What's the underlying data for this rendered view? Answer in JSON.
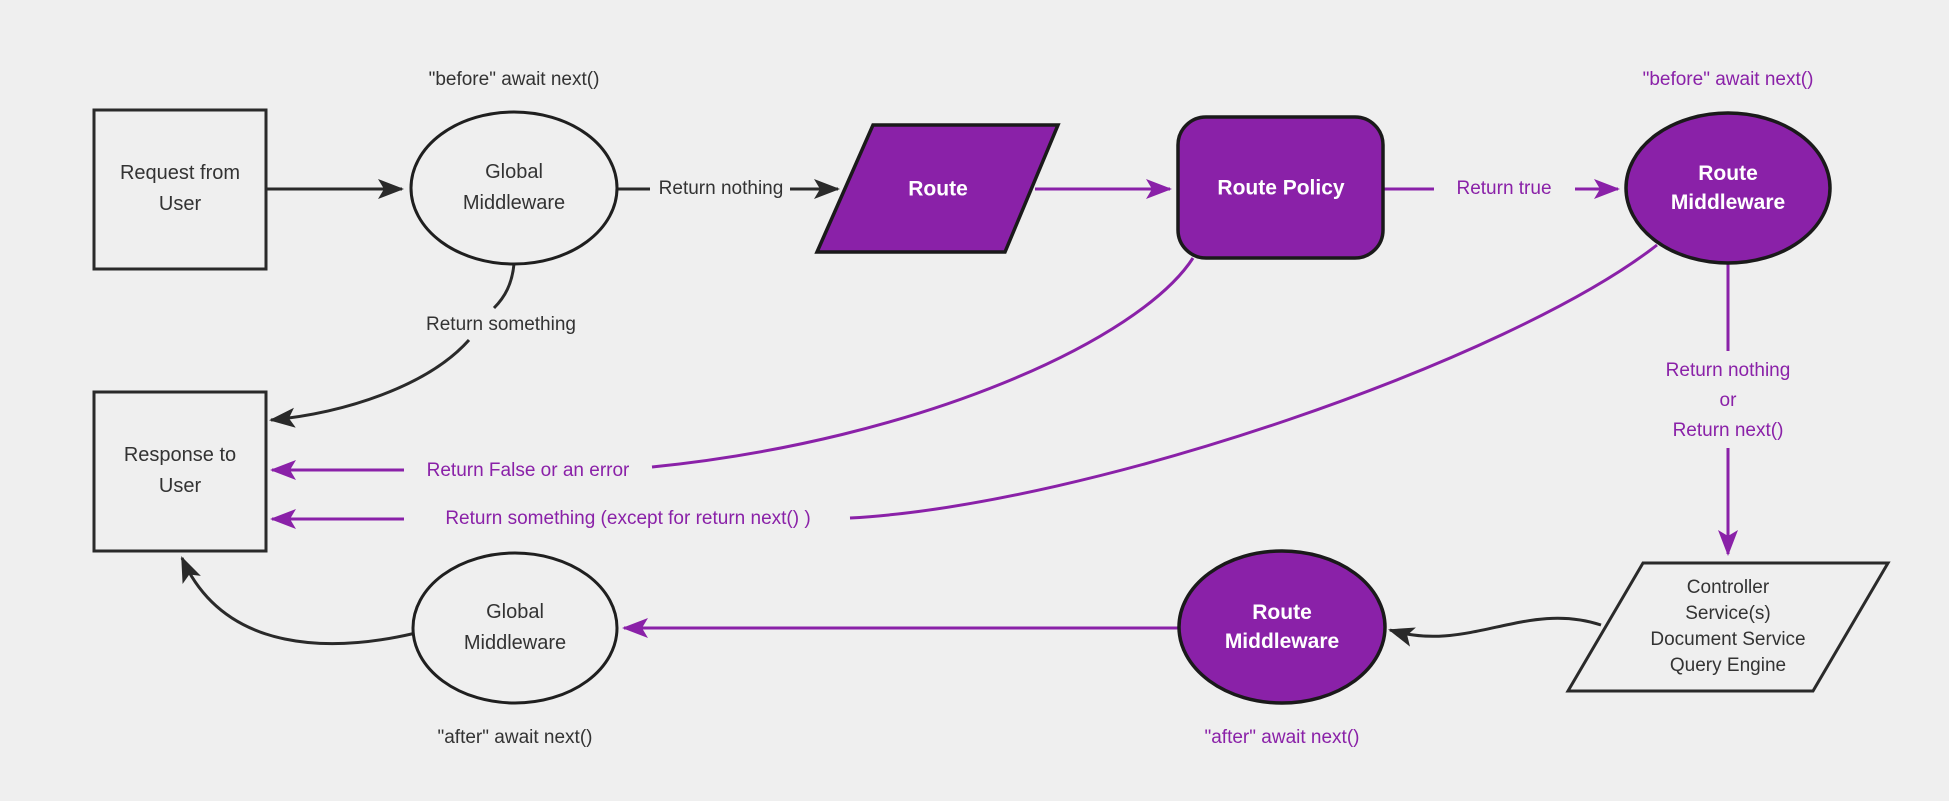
{
  "colors": {
    "background": "#efefef",
    "purple": "#8a21a8",
    "line_black": "#2a2a2a",
    "text_dark": "#333333",
    "text_on_purple": "#ffffff"
  },
  "nodes": {
    "request_from_user": {
      "shape": "rectangle",
      "lines": [
        "Request from",
        "User"
      ]
    },
    "global_middleware_top": {
      "shape": "ellipse",
      "lines": [
        "Global",
        "Middleware"
      ]
    },
    "route": {
      "shape": "parallelogram",
      "lines": [
        "Route"
      ]
    },
    "route_policy": {
      "shape": "rounded_rectangle",
      "lines": [
        "Route Policy"
      ]
    },
    "route_middleware_top": {
      "shape": "ellipse",
      "lines": [
        "Route",
        "Middleware"
      ]
    },
    "controller_services": {
      "shape": "parallelogram",
      "lines": [
        "Controller",
        "Service(s)",
        "Document Service",
        "Query Engine"
      ]
    },
    "route_middleware_bottom": {
      "shape": "ellipse",
      "lines": [
        "Route",
        "Middleware"
      ]
    },
    "global_middleware_bottom": {
      "shape": "ellipse",
      "lines": [
        "Global",
        "Middleware"
      ]
    },
    "response_to_user": {
      "shape": "rectangle",
      "lines": [
        "Response to",
        "User"
      ]
    }
  },
  "edge_labels": {
    "before_await_next_global": "\"before\" await next()",
    "return_nothing": "Return nothing",
    "return_true": "Return true",
    "before_await_next_route": "\"before\" await next()",
    "return_nothing_or_next": {
      "lines": [
        "Return nothing",
        "or",
        "Return next()"
      ]
    },
    "return_something": "Return something",
    "return_false_or_error": "Return False or an error",
    "return_something_except": "Return something (except for return next() )",
    "after_await_next_route": "\"after\" await next()",
    "after_await_next_global": "\"after\" await next()"
  }
}
